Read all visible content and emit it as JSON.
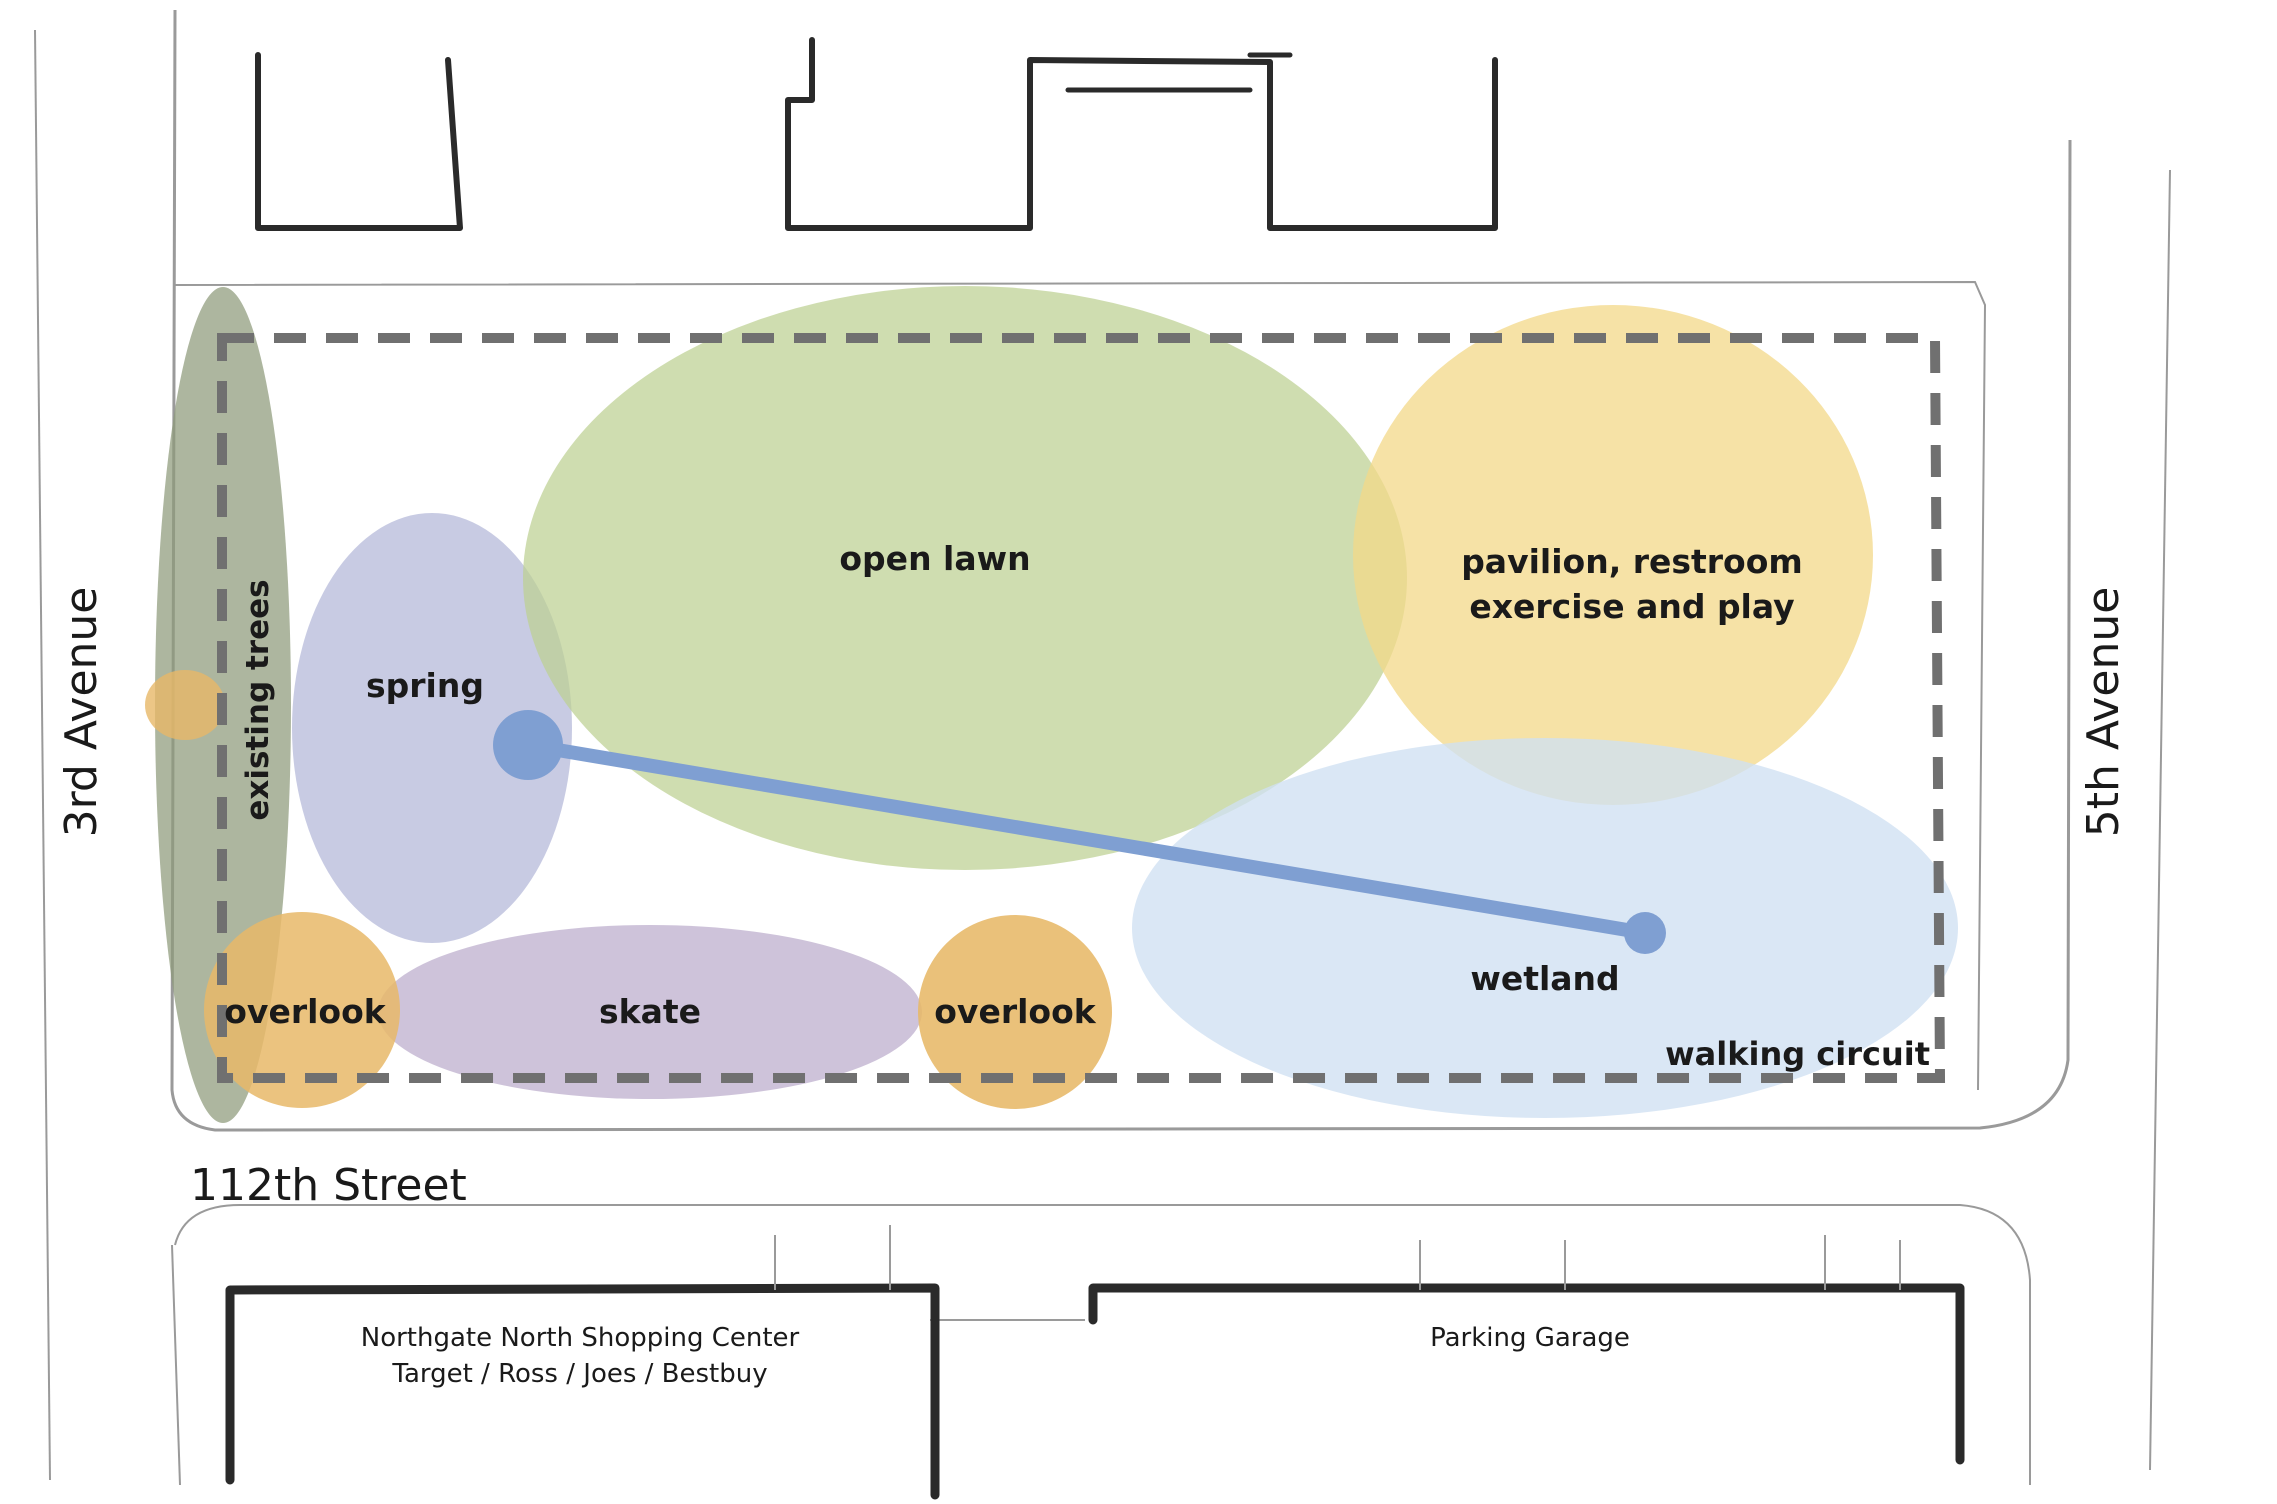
{
  "streets": {
    "west": "3rd Avenue",
    "east": "5th Avenue",
    "south": "112th Street"
  },
  "zones": {
    "existing_trees": "existing trees",
    "spring": "spring",
    "open_lawn": "open lawn",
    "pavilion_line1": "pavilion, restroom",
    "pavilion_line2": "exercise and play",
    "wetland": "wetland",
    "walking_circuit": "walking circuit",
    "overlook_west": "overlook",
    "skate": "skate",
    "overlook_east": "overlook"
  },
  "buildings": {
    "shopping_center_line1": "Northgate North Shopping Center",
    "shopping_center_line2": "Target / Ross / Joes / Bestbuy",
    "parking_garage": "Parking Garage"
  },
  "colors": {
    "trees": "#8d9a7a",
    "spring": "#b6bada",
    "lawn": "#bcd092",
    "pavilion": "#f3d888",
    "wetland": "#cfe0f2",
    "overlook": "#e7b868",
    "skate": "#c3b6d2",
    "water_link": "#7f9fd2",
    "circuit": "#707070"
  }
}
